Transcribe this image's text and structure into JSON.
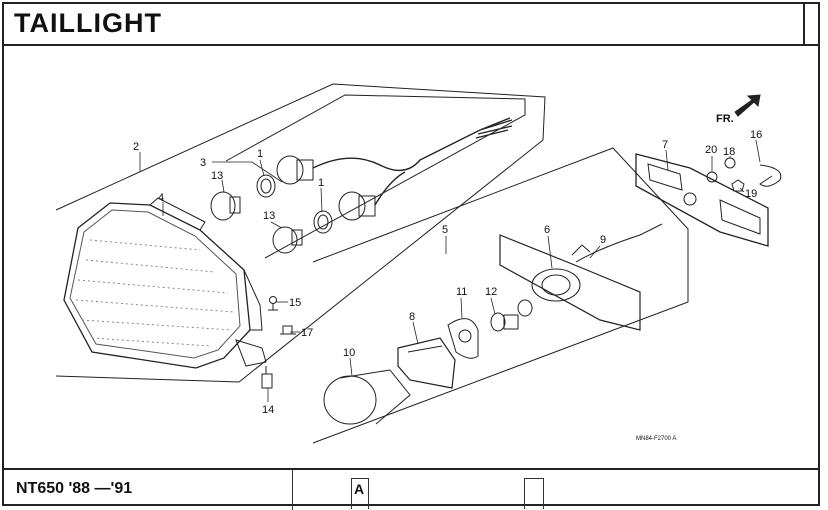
{
  "header": {
    "title": "TAILLIGHT"
  },
  "footer": {
    "model": "NT650 '88 —'91",
    "section_letter": "A"
  },
  "diagram": {
    "direction_label": "FR.",
    "drawing_code": "MN84-F2700 A",
    "callouts": {
      "c1a": "1",
      "c1b": "1",
      "c2": "2",
      "c3": "3",
      "c4": "4",
      "c5": "5",
      "c6": "6",
      "c7": "7",
      "c8": "8",
      "c9": "9",
      "c10": "10",
      "c11": "11",
      "c12": "12",
      "c13a": "13",
      "c13b": "13",
      "c14": "14",
      "c15": "15",
      "c16": "16",
      "c17": "17",
      "c18": "18",
      "c19": "19",
      "c20": "20"
    }
  }
}
